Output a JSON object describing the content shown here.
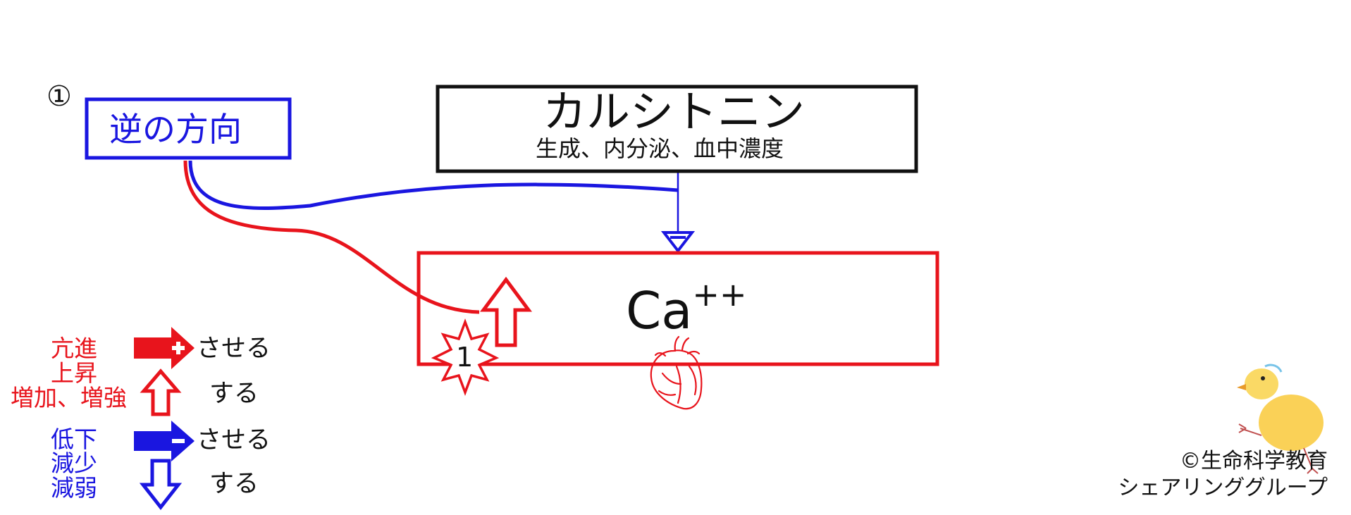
{
  "colors": {
    "red": "#e8141c",
    "blue": "#1a16e0",
    "black": "#111111"
  },
  "circle_number": "①",
  "reverse_box": {
    "label": "逆の方向"
  },
  "calcitonin_box": {
    "title": "カルシトニン",
    "subtitle": "生成、内分泌、血中濃度"
  },
  "ca_box": {
    "base": "Ca",
    "superscript": "++",
    "icons": [
      "up-arrow-outline-icon",
      "starburst-icon",
      "heart-icon"
    ]
  },
  "burst_label": "1",
  "legend": {
    "red_labels": [
      "亢進",
      "上昇",
      "増加、増強"
    ],
    "blue_labels": [
      "低下",
      "減少",
      "減弱"
    ],
    "saseru": "させる",
    "suru": "する"
  },
  "copyright": {
    "line1": "©生命科学教育",
    "line2": "シェアリンググループ"
  },
  "mascot_icon": "chick-icon"
}
